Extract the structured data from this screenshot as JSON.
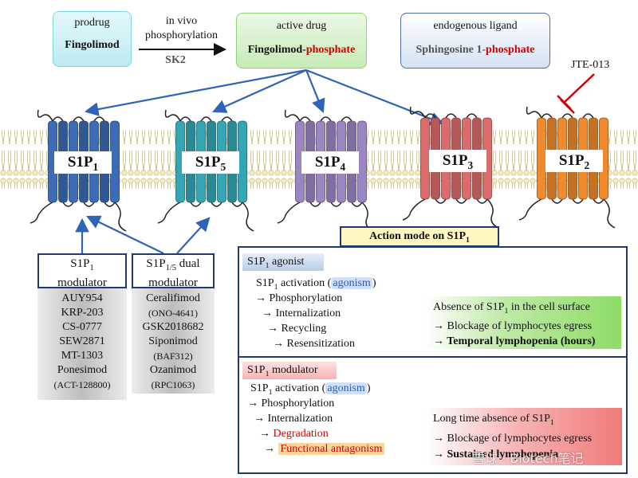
{
  "top": {
    "prodrug_label": "prodrug",
    "prodrug_name": "Fingolimod",
    "arrow_label_1": "in vivo",
    "arrow_label_2": "phosphorylation",
    "arrow_enzyme": "SK2",
    "active_label": "active drug",
    "active_name_a": "Fingolimod-",
    "active_name_b": "phosphate",
    "endo_label": "endogenous ligand",
    "endo_name_a": "Sphingosine 1-",
    "endo_name_b": "phosphate",
    "inhibitor": "JTE-013"
  },
  "receptors": [
    {
      "name": "S1P",
      "sub": "1",
      "color": "#3b6cb5"
    },
    {
      "name": "S1P",
      "sub": "5",
      "color": "#33a7b5"
    },
    {
      "name": "S1P",
      "sub": "4",
      "color": "#9b86c4"
    },
    {
      "name": "S1P",
      "sub": "3",
      "color": "#dc6b6b"
    },
    {
      "name": "S1P",
      "sub": "2",
      "color": "#f08a2c"
    }
  ],
  "modulators": {
    "s1p1_header_a": "S1P",
    "s1p1_header_sub": "1",
    "s1p1_header_b": "modulator",
    "s1p1_items": [
      "AUY954",
      "KRP-203",
      "CS-0777",
      "SEW2871",
      "MT-1303",
      "Ponesimod",
      "(ACT-128800)"
    ],
    "dual_header_a": "S1P",
    "dual_header_sub": "1/5",
    "dual_header_b": "dual",
    "dual_header_c": "modulator",
    "dual_items": [
      "Ceralifimod",
      "(ONO-4641)",
      "GSK2018682",
      "Siponimod",
      "(BAF312)",
      "Ozanimod",
      "(RPC1063)"
    ]
  },
  "action": {
    "title_a": "Action mode on S1P",
    "title_sub": "1",
    "agonist_title_a": "S1P",
    "agonist_title_sub": "1",
    "agonist_title_b": " agonist",
    "agonist_lines": [
      "S1P",
      "1",
      " activation (",
      "agonism",
      ")"
    ],
    "agonist_steps": [
      "→ Phosphorylation",
      "→ Internalization",
      "→ Recycling",
      "→ Resensitization"
    ],
    "agonist_result": [
      "Absence of S1P",
      "1",
      " in the cell surface",
      "→ Blockage of lymphocytes egress",
      "→ Temporal lymphopenia (hours)"
    ],
    "modulator_title_a": "S1P",
    "modulator_title_sub": "1",
    "modulator_title_b": " modulator",
    "modulator_activation": [
      "S1P",
      "1",
      " activation (",
      "agonism",
      ")"
    ],
    "modulator_steps": [
      "→ Phosphorylation",
      "→ Internalization",
      "→ ",
      "Degradation",
      "→ ",
      "Functional antagonism"
    ],
    "modulator_result": [
      "Long time absence of S1P",
      "1",
      "→ Blockage of lymphocytes egress",
      "→ Sustained lymphopenia"
    ],
    "watermark": "雪球 · Biotech笔记"
  }
}
